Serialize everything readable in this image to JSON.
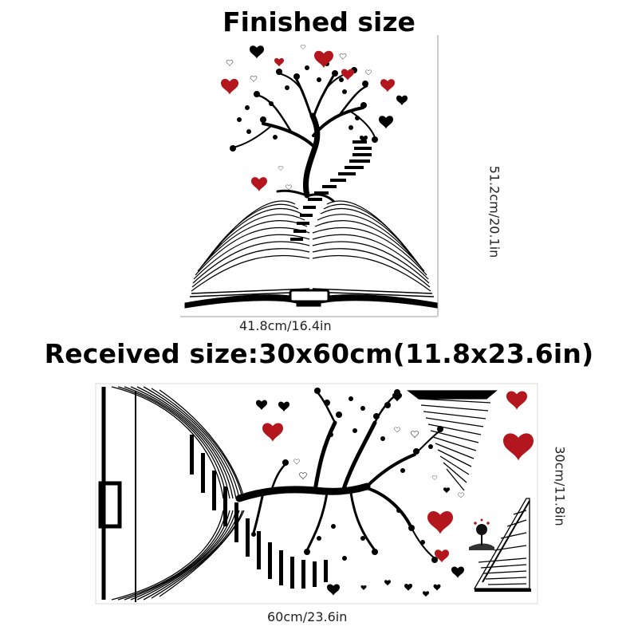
{
  "finished": {
    "title": "Finished size",
    "width_label": "41.8cm/16.4in",
    "height_label": "51.2cm/20.1in"
  },
  "received": {
    "title": "Received size:30x60cm(11.8x23.6in)",
    "width_label": "60cm/23.6in",
    "height_label": "30cm/11.8in"
  },
  "colors": {
    "heart_red": "#b3161c",
    "ink": "#000000",
    "guide_line": "#9a9a9a"
  },
  "icons": {
    "tree": "tree-of-life",
    "book": "open-book",
    "stairs": "staircase",
    "heart": "heart"
  }
}
